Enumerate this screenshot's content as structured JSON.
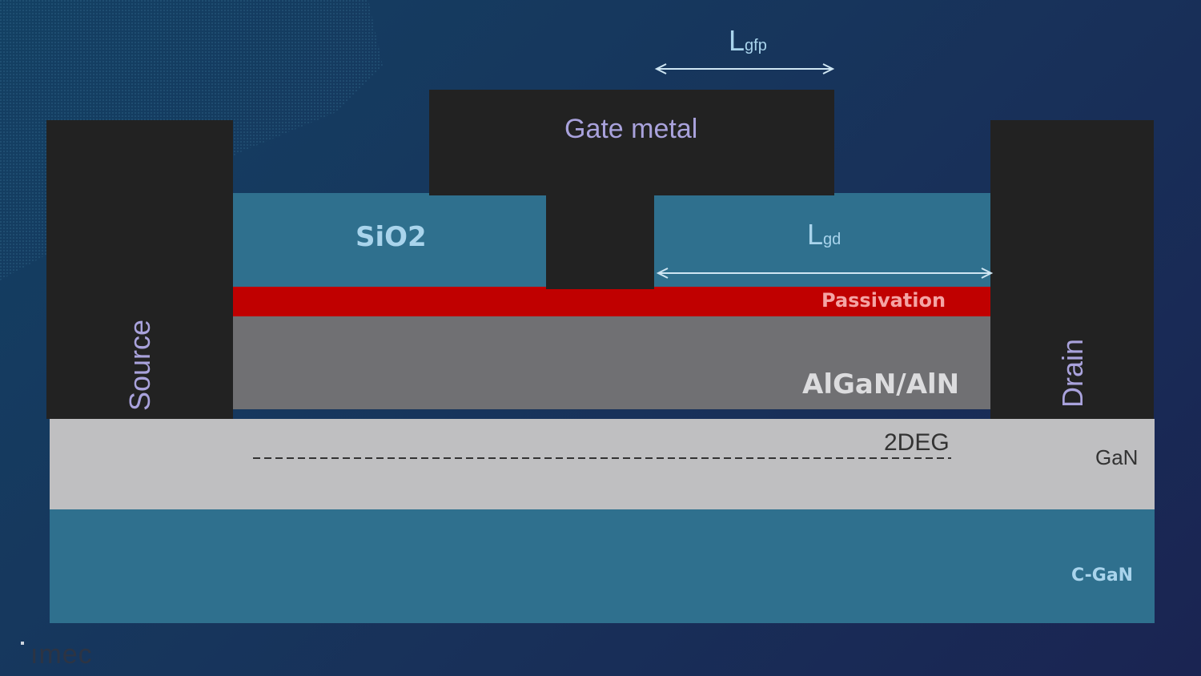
{
  "labels": {
    "gate_metal": "Gate metal",
    "sio2": "SiO2",
    "passivation": "Passivation",
    "algan": "AlGaN/AlN",
    "twodeg": "2DEG",
    "gan": "GaN",
    "cgan": "C-GaN",
    "source": "Source",
    "drain": "Drain",
    "lgfp_main": "L",
    "lgfp_sub": "gfp",
    "lgd_main": "L",
    "lgd_sub": "gd",
    "logo": "ımec"
  },
  "colors": {
    "metal": "#222222",
    "sio2": "#2f708e",
    "passivation": "#c00000",
    "algan": "#707073",
    "gan": "#bfbfc1",
    "cgan": "#2f708e",
    "label_lavender": "#a9a2dc",
    "label_lightblue": "#a9d4ec",
    "label_red": "#f4a4a4"
  }
}
